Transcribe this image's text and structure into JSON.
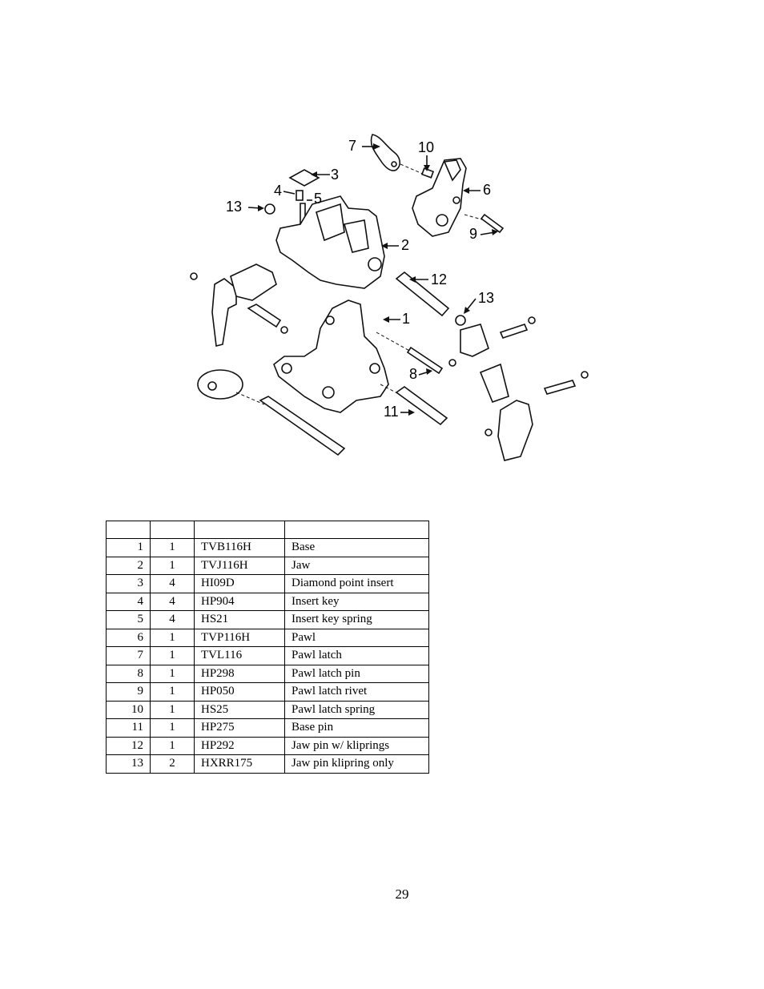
{
  "diagram": {
    "callouts": [
      "1",
      "2",
      "3",
      "4",
      "5",
      "6",
      "7",
      "8",
      "9",
      "10",
      "11",
      "12",
      "13",
      "13"
    ]
  },
  "table": {
    "headers": [
      "",
      "",
      "",
      ""
    ],
    "rows": [
      {
        "item": "1",
        "qty": "1",
        "part": "TVB116H",
        "desc": "Base"
      },
      {
        "item": "2",
        "qty": "1",
        "part": "TVJ116H",
        "desc": "Jaw"
      },
      {
        "item": "3",
        "qty": "4",
        "part": "HI09D",
        "desc": "Diamond point insert"
      },
      {
        "item": "4",
        "qty": "4",
        "part": "HP904",
        "desc": "Insert key"
      },
      {
        "item": "5",
        "qty": "4",
        "part": "HS21",
        "desc": "Insert key spring"
      },
      {
        "item": "6",
        "qty": "1",
        "part": "TVP116H",
        "desc": "Pawl"
      },
      {
        "item": "7",
        "qty": "1",
        "part": "TVL116",
        "desc": "Pawl latch"
      },
      {
        "item": "8",
        "qty": "1",
        "part": "HP298",
        "desc": "Pawl latch pin"
      },
      {
        "item": "9",
        "qty": "1",
        "part": "HP050",
        "desc": "Pawl latch rivet"
      },
      {
        "item": "10",
        "qty": "1",
        "part": "HS25",
        "desc": "Pawl latch spring"
      },
      {
        "item": "11",
        "qty": "1",
        "part": "HP275",
        "desc": "Base pin"
      },
      {
        "item": "12",
        "qty": "1",
        "part": "HP292",
        "desc": "Jaw pin w/ kliprings"
      },
      {
        "item": "13",
        "qty": "2",
        "part": "HXRR175",
        "desc": "Jaw pin klipring only"
      }
    ]
  },
  "page_number": "29"
}
